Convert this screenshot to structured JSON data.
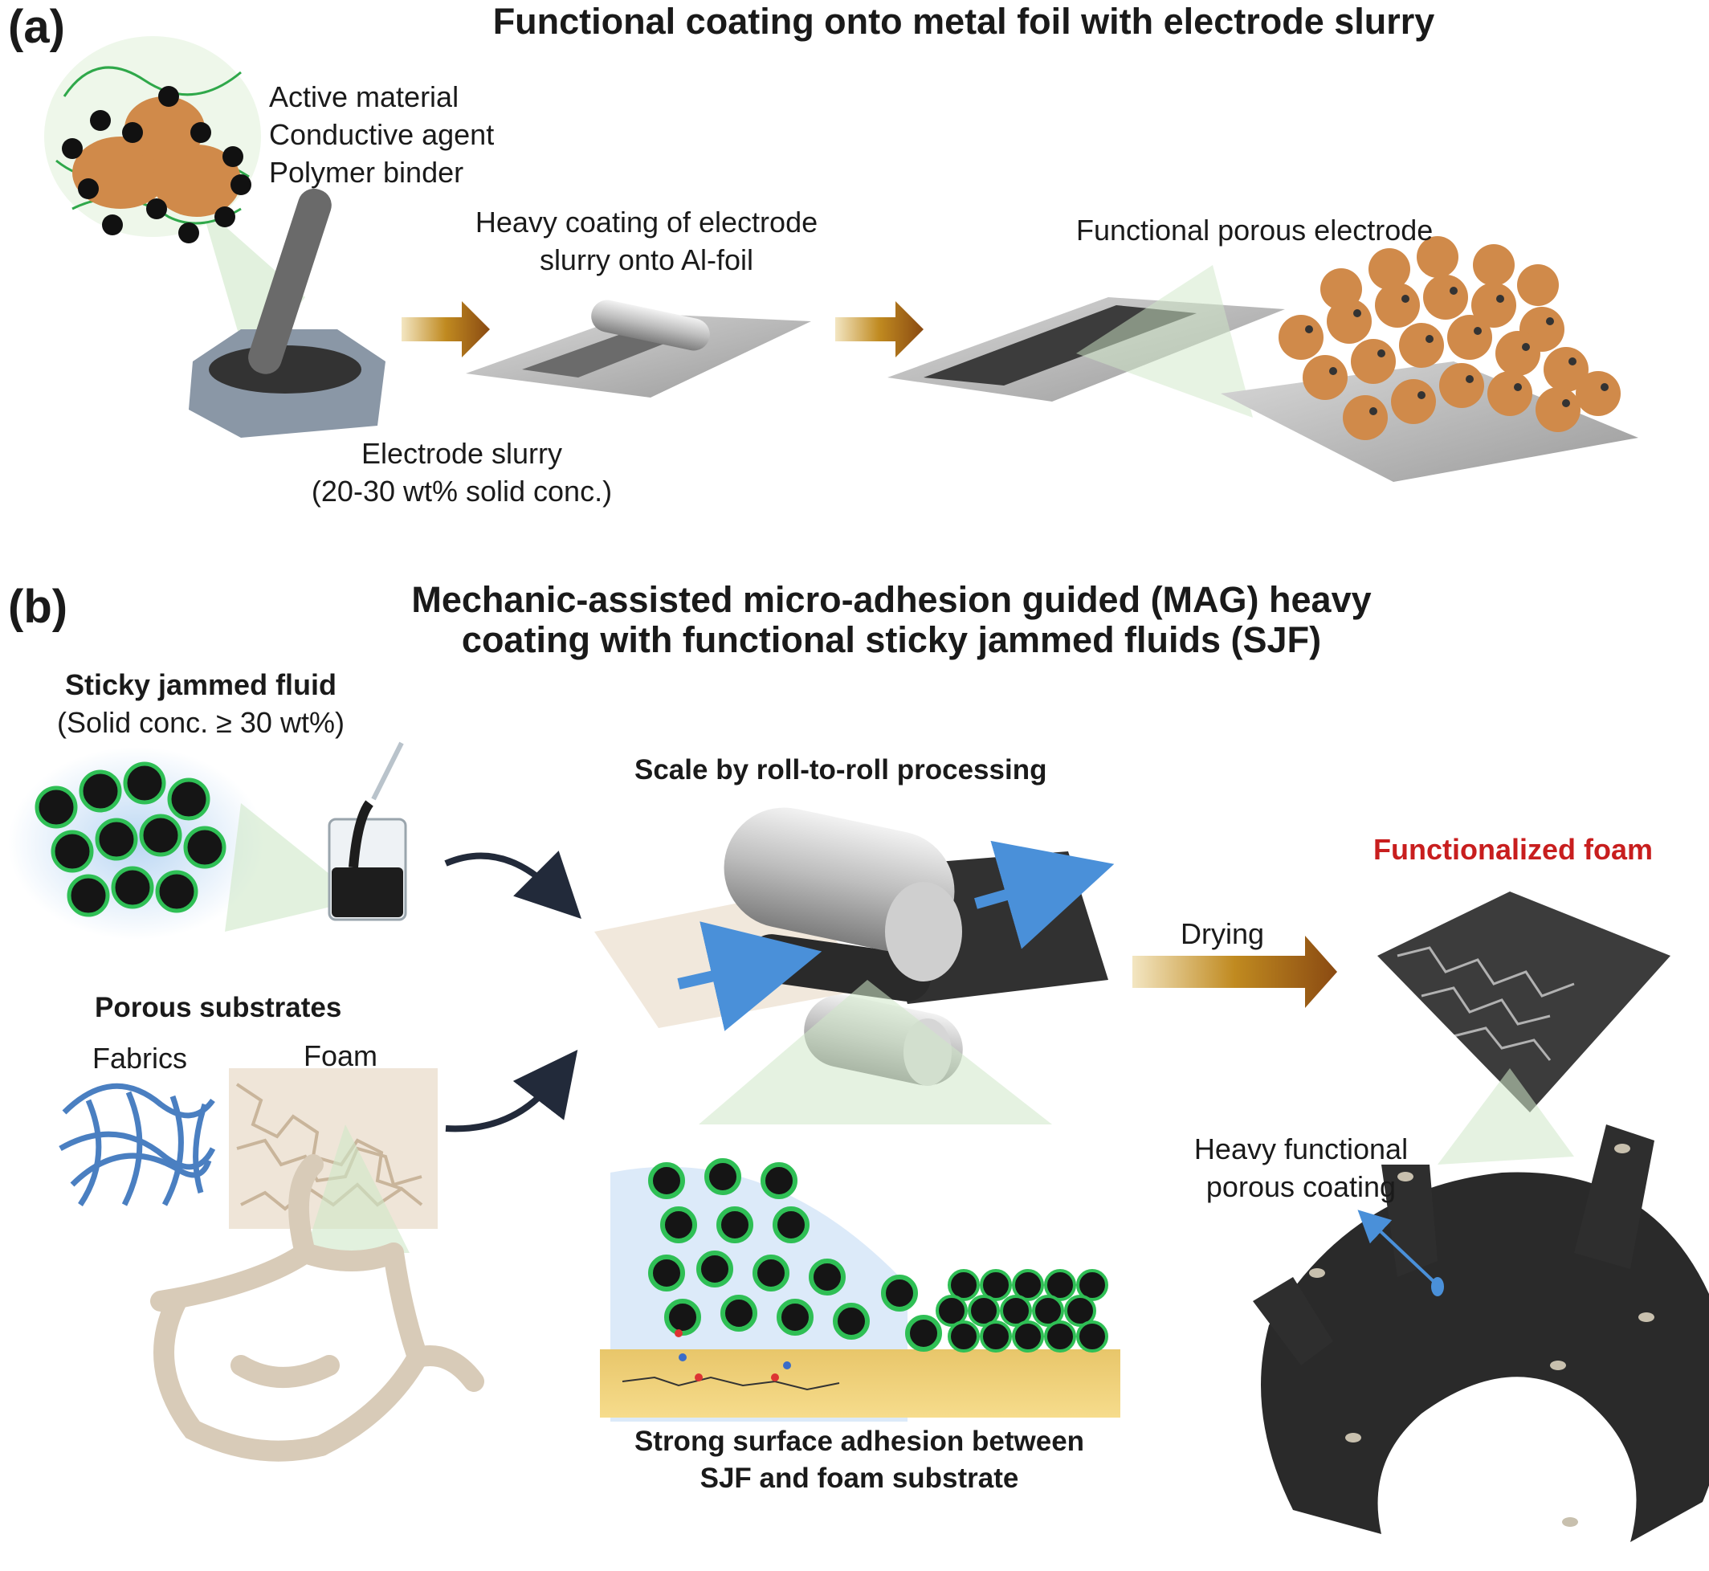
{
  "panel_a": {
    "label": "(a)",
    "title": "Functional coating onto metal foil with electrode slurry",
    "components": [
      "Active material",
      "Conductive agent",
      "Polymer binder"
    ],
    "coating_label_1": "Heavy coating of electrode",
    "coating_label_2": "slurry onto Al-foil",
    "electrode_label": "Functional porous electrode",
    "slurry_label_1": "Electrode slurry",
    "slurry_label_2": "(20-30 wt% solid conc.)"
  },
  "panel_b": {
    "label": "(b)",
    "title_1": "Mechanic-assisted micro-adhesion guided (MAG) heavy",
    "title_2": "coating with functional sticky jammed fluids (SJF)",
    "sjf_title": "Sticky jammed fluid",
    "sjf_sub": "(Solid conc. ≥ 30 wt%)",
    "roll_title": "Scale by roll-to-roll processing",
    "func_foam": "Functionalized foam",
    "drying": "Drying",
    "porous_title": "Porous substrates",
    "fabrics": "Fabrics",
    "foam": "Foam",
    "heavy_1": "Heavy functional",
    "heavy_2": "porous coating",
    "adhesion_1": "Strong surface adhesion between",
    "adhesion_2": "SJF and foam substrate"
  },
  "colors": {
    "arrow_gold": "#b8860b",
    "arrow_brown": "#8a4a12",
    "particle_orange": "#d08a4a",
    "binder_green": "#2fa84a",
    "flow_blue": "#4a90d9",
    "accent_red": "#c81e1e"
  }
}
